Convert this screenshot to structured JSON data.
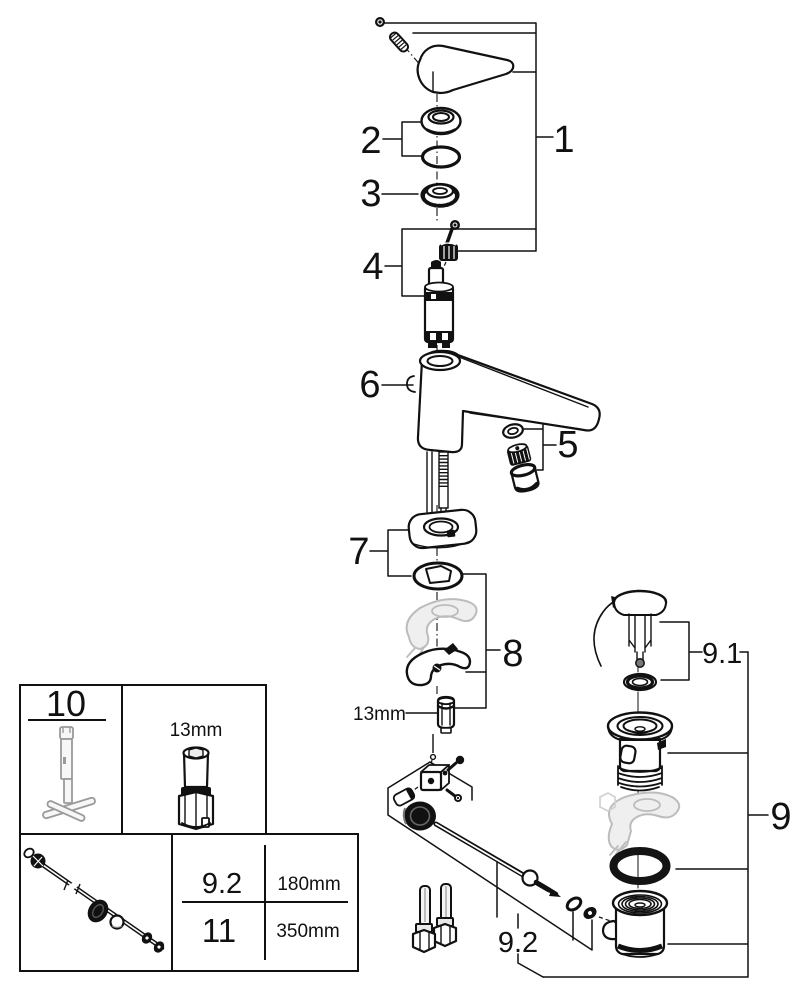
{
  "diagram": {
    "type": "exploded-parts-diagram",
    "subject": "single-lever basin faucet with pop-up drain",
    "callouts": {
      "c1": "1",
      "c2": "2",
      "c3": "3",
      "c4": "4",
      "c5": "5",
      "c6": "6",
      "c7": "7",
      "c8": "8",
      "c9": "9",
      "c9_1": "9.1",
      "c9_2": "9.2",
      "wrench_size": "13mm"
    },
    "toolbox": {
      "tool_number": "10",
      "socket_size": "13mm"
    },
    "length_table": {
      "rows": [
        {
          "ref": "9.2",
          "length": "180mm"
        },
        {
          "ref": "11",
          "length": "350mm"
        }
      ]
    },
    "colors": {
      "line": "#111111",
      "ghost": "#bcbcbc",
      "background": "#ffffff"
    }
  }
}
